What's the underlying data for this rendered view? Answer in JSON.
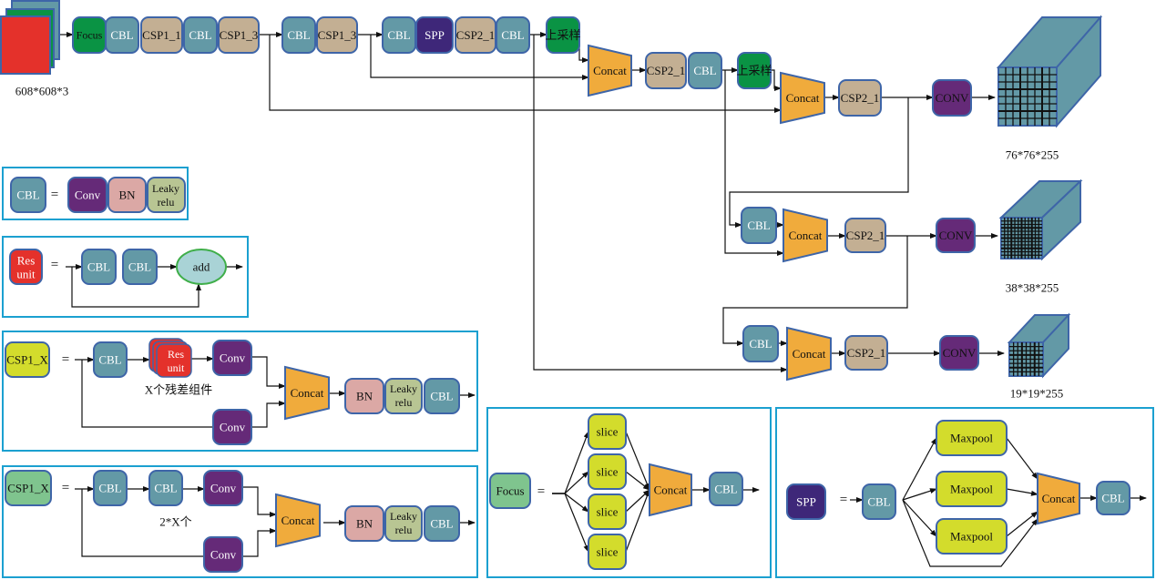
{
  "colors": {
    "cbl": "#6399a6",
    "csp1": "#c3af93",
    "focus_green": "#0a9344",
    "spp": "#3e2779",
    "conv": "#652a78",
    "bn": "#dba8a5",
    "leaky": "#b8c593",
    "concat": "#f0ab3c",
    "slice": "#d3dc2c",
    "csp1x": "#d3dc2c",
    "csp2x": "#7fc48e",
    "focus_legend": "#7fc48e",
    "res": "#e4312b",
    "add": "#a9d3d6",
    "add_border": "#3fae49",
    "border": "#3e65a8",
    "panel_border": "#1ba0d0",
    "cube_face": "#6399a6"
  },
  "main": {
    "input_label": "608*608*3",
    "backbone": [
      "Focus",
      "CBL",
      "CSP1_1",
      "CBL",
      "CSP1_3",
      "CBL",
      "CSP1_3",
      "CBL",
      "SPP",
      "CSP2_1",
      "CBL",
      "上采样"
    ],
    "neck1": [
      "Concat",
      "CSP2_1",
      "CBL",
      "上采样"
    ],
    "neck2": [
      "Concat",
      "CSP2_1",
      "CONV"
    ],
    "neck3": [
      "CBL",
      "Concat",
      "CSP2_1",
      "CONV"
    ],
    "neck4": [
      "CBL",
      "Concat",
      "CSP2_1",
      "CONV"
    ],
    "outputs": [
      "76*76*255",
      "38*38*255",
      "19*19*255"
    ]
  },
  "legend_cbl": {
    "lhs": "CBL",
    "eq": "=",
    "parts": [
      "Conv",
      "BN",
      "Leaky relu"
    ]
  },
  "legend_res": {
    "lhs_line1": "Res",
    "lhs_line2": "unit",
    "eq": "=",
    "parts": [
      "CBL",
      "CBL"
    ],
    "add": "add"
  },
  "legend_csp1": {
    "lhs": "CSP1_X",
    "eq": "=",
    "cbl": "CBL",
    "res_line1": "Res",
    "res_line2": "unit",
    "res_caption": "X个残差组件",
    "conv_top": "Conv",
    "conv_bottom": "Conv",
    "concat": "Concat",
    "tail": [
      "BN",
      "Leaky relu",
      "CBL"
    ]
  },
  "legend_csp2": {
    "lhs": "CSP1_X",
    "eq": "=",
    "cbl1": "CBL",
    "cbl2": "CBL",
    "caption": "2*X个",
    "conv_top": "Conv",
    "conv_bottom": "Conv",
    "concat": "Concat",
    "tail": [
      "BN",
      "Leaky relu",
      "CBL"
    ]
  },
  "legend_focus": {
    "lhs": "Focus",
    "eq": "=",
    "slices": [
      "slice",
      "slice",
      "slice",
      "slice"
    ],
    "concat": "Concat",
    "cbl": "CBL"
  },
  "legend_spp": {
    "lhs": "SPP",
    "eq": "=",
    "cbl1": "CBL",
    "pools": [
      "Maxpool",
      "Maxpool",
      "Maxpool"
    ],
    "concat": "Concat",
    "cbl2": "CBL"
  }
}
